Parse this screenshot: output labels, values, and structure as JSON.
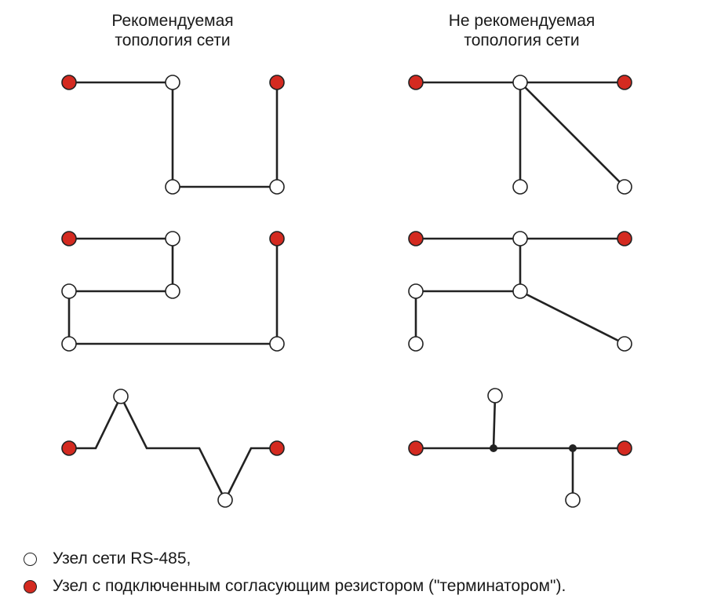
{
  "titles": {
    "recommended_line1": "Рекомендуемая",
    "recommended_line2": "топология сети",
    "not_recommended_line1": "Не рекомендуемая",
    "not_recommended_line2": "топология сети"
  },
  "legend": {
    "node_label": "Узел сети RS-485,",
    "terminator_label": "Узел с подключенным согласующим резистором (\"терминатором\")."
  },
  "colors": {
    "terminator": "#d42a20",
    "node": "#ffffff",
    "line": "#222222"
  }
}
